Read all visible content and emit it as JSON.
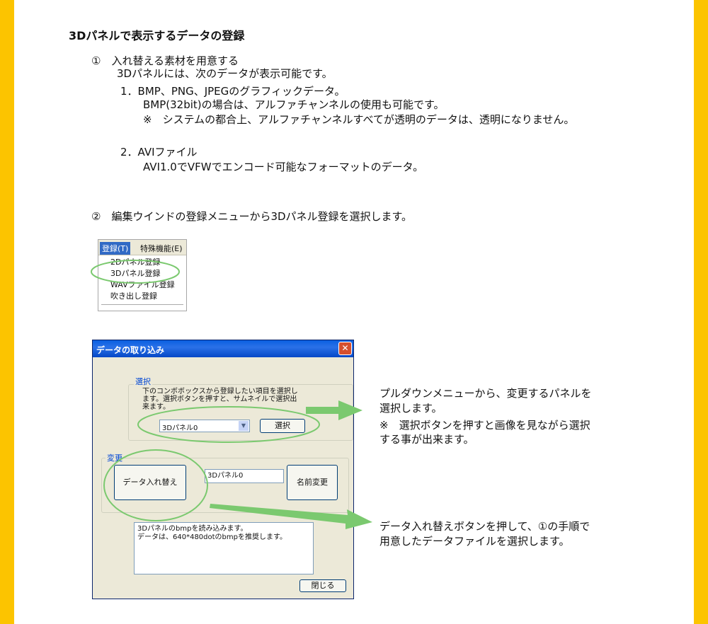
{
  "heading": "3Dパネルで表示するデータの登録",
  "step1": {
    "title": "①　入れ替える素材を用意する",
    "intro": "3Dパネルには、次のデータが表示可能です。",
    "item1": "1．BMP、PNG、JPEGのグラフィックデータ。",
    "item1_note": "BMP(32bit)の場合は、アルファチャンネルの使用も可能です。",
    "item1_warn": "※　システムの都合上、アルファチャンネルすべてが透明のデータは、透明になりません。",
    "item2": "2．AVIファイル",
    "item2_note": "AVI1.0でVFWでエンコード可能なフォーマットのデータ。"
  },
  "step2": {
    "title": "②　編集ウインドの登録メニューから3Dパネル登録を選択します。"
  },
  "menu": {
    "bar_register": "登録(T)",
    "bar_special": "特殊機能(E)",
    "items": [
      "2Dパネル登録",
      "3Dパネル登録",
      "WAVファイル登録",
      "吹き出し登録"
    ]
  },
  "dialog": {
    "title": "データの取り込み",
    "close": "✕",
    "select_group": {
      "label": "選択",
      "desc_line1": "下のコンボボックスから登録したい項目を選択し",
      "desc_line2": "ます。選択ボタンを押すと、サムネイルで選択出",
      "desc_line3": "来ます。",
      "combo_value": "3Dパネル0",
      "select_button": "選択"
    },
    "change_group": {
      "label": "変更",
      "replace_button": "データ入れ替え",
      "name_value": "3Dパネル0",
      "rename_button": "名前変更"
    },
    "info_line1": "3Dパネルのbmpを読み込みます。",
    "info_line2": "データは、640*480dotのbmpを推奨します。",
    "close_button": "閉じる"
  },
  "callout1": {
    "line1": "プルダウンメニューから、変更するパネルを",
    "line2": "選択します。",
    "line3": "※　選択ボタンを押すと画像を見ながら選択",
    "line4": "する事が出来ます。"
  },
  "callout2": {
    "line1": "データ入れ替えボタンを押して、①の手順で",
    "line2": "用意したデータファイルを選択します。"
  },
  "colors": {
    "stripe": "#fcc400",
    "highlight_ellipse": "#7bc96f",
    "arrow": "#7bc96f"
  }
}
